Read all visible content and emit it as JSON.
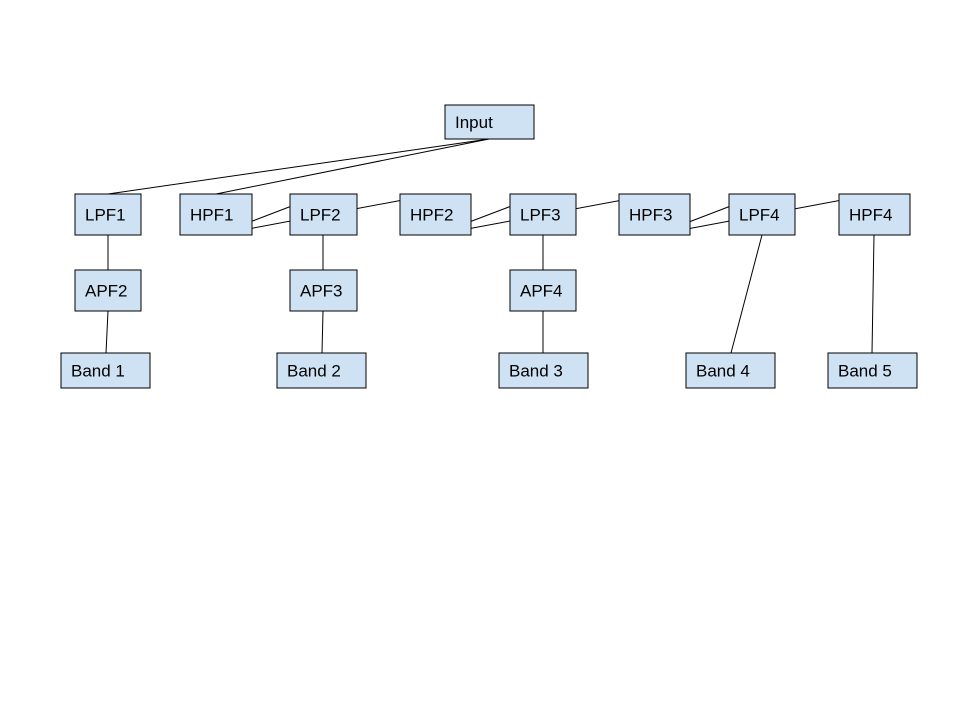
{
  "diagram": {
    "colors": {
      "node_fill": "#cfe2f3",
      "node_border": "#000000",
      "edge": "#000000",
      "background": "#ffffff"
    },
    "nodes": [
      {
        "id": "input",
        "label": "Input"
      },
      {
        "id": "lpf1",
        "label": "LPF1"
      },
      {
        "id": "hpf1",
        "label": "HPF1"
      },
      {
        "id": "lpf2",
        "label": "LPF2"
      },
      {
        "id": "hpf2",
        "label": "HPF2"
      },
      {
        "id": "lpf3",
        "label": "LPF3"
      },
      {
        "id": "hpf3",
        "label": "HPF3"
      },
      {
        "id": "lpf4",
        "label": "LPF4"
      },
      {
        "id": "hpf4",
        "label": "HPF4"
      },
      {
        "id": "apf2",
        "label": "APF2"
      },
      {
        "id": "apf3",
        "label": "APF3"
      },
      {
        "id": "apf4",
        "label": "APF4"
      },
      {
        "id": "band1",
        "label": "Band 1"
      },
      {
        "id": "band2",
        "label": "Band 2"
      },
      {
        "id": "band3",
        "label": "Band 3"
      },
      {
        "id": "band4",
        "label": "Band 4"
      },
      {
        "id": "band5",
        "label": "Band 5"
      }
    ],
    "edges": [
      {
        "from": "input",
        "to": "lpf1"
      },
      {
        "from": "input",
        "to": "hpf1"
      },
      {
        "from": "hpf1",
        "to": "lpf2"
      },
      {
        "from": "hpf1",
        "to": "hpf2"
      },
      {
        "from": "hpf2",
        "to": "lpf3"
      },
      {
        "from": "hpf2",
        "to": "hpf3"
      },
      {
        "from": "hpf3",
        "to": "lpf4"
      },
      {
        "from": "hpf3",
        "to": "hpf4"
      },
      {
        "from": "lpf1",
        "to": "apf2"
      },
      {
        "from": "apf2",
        "to": "band1"
      },
      {
        "from": "lpf2",
        "to": "apf3"
      },
      {
        "from": "apf3",
        "to": "band2"
      },
      {
        "from": "lpf3",
        "to": "apf4"
      },
      {
        "from": "apf4",
        "to": "band3"
      },
      {
        "from": "lpf4",
        "to": "band4"
      },
      {
        "from": "hpf4",
        "to": "band5"
      }
    ]
  }
}
